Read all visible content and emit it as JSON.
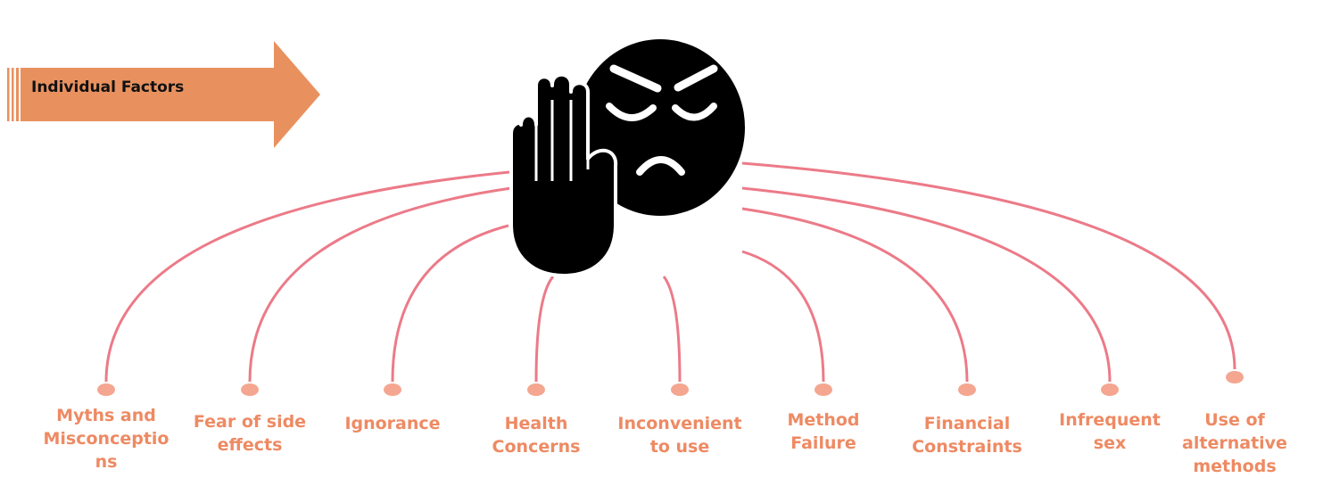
{
  "banner": {
    "label": "Individual Factors",
    "color": "#E8915F"
  },
  "colors": {
    "connector": "#EC7A88",
    "dot": "#F4A690",
    "label_text": "#EE8A63",
    "icon": "#000000"
  },
  "central_icon": "frustrated-face-with-stop-hand-icon",
  "factors": [
    {
      "label": "Myths and\nMisconceptio\nns"
    },
    {
      "label": "Fear of side\neffects"
    },
    {
      "label": "Ignorance"
    },
    {
      "label": "Health\nConcerns"
    },
    {
      "label": "Inconvenient\nto use"
    },
    {
      "label": "Method\nFailure"
    },
    {
      "label": "Financial\nConstraints"
    },
    {
      "label": "Infrequent\nsex"
    },
    {
      "label": "Use of\nalternative\nmethods"
    }
  ]
}
